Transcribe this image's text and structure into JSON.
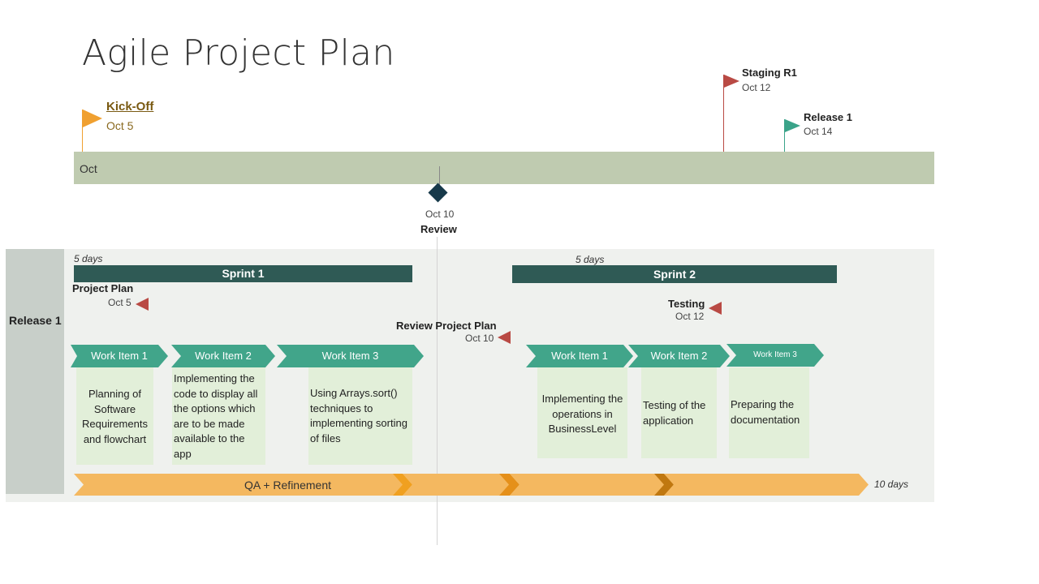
{
  "title": "Agile Project Plan",
  "timeline": {
    "month": "Oct"
  },
  "milestones": {
    "kickoff": {
      "name": "Kick-Off",
      "date": "Oct 5",
      "color": "#f0a030"
    },
    "staging": {
      "name": "Staging R1",
      "date": "Oct 12",
      "color": "#b94a44"
    },
    "release": {
      "name": "Release 1",
      "date": "Oct 14",
      "color": "#3aa389"
    },
    "review": {
      "name": "Review",
      "date": "Oct 10",
      "color": "#17394a"
    }
  },
  "swimlane": {
    "label": "Release 1"
  },
  "sprints": [
    {
      "name": "Sprint 1",
      "duration": "5 days"
    },
    {
      "name": "Sprint 2",
      "duration": "5 days"
    }
  ],
  "tasks": [
    {
      "name": "Project Plan",
      "date": "Oct 5"
    },
    {
      "name": "Review Project Plan",
      "date": "Oct 10"
    },
    {
      "name": "Testing",
      "date": "Oct 12"
    }
  ],
  "work_items": [
    {
      "label": "Work Item 1",
      "description": "Planning of Software Requirements and flowchart"
    },
    {
      "label": "Work Item 2",
      "description": "Implementing the code to display all the options which are to be made available to the app"
    },
    {
      "label": "Work Item 3",
      "description": "Using Arrays.sort() techniques to implementing sorting of files"
    },
    {
      "label": "Work Item 1",
      "description": "Implementing the operations in BusinessLevel"
    },
    {
      "label": "Work Item  2",
      "description": "Testing of the application"
    },
    {
      "label": "Work Item 3",
      "description": "Preparing the documentation"
    }
  ],
  "qa": {
    "label": "QA + Refinement",
    "duration": "10 days"
  },
  "colors": {
    "timeline": "#bfcbb0",
    "sprint": "#2f5a55",
    "work_item": "#41a58a",
    "card": "#e2efd9",
    "qa": "#f4b860"
  }
}
